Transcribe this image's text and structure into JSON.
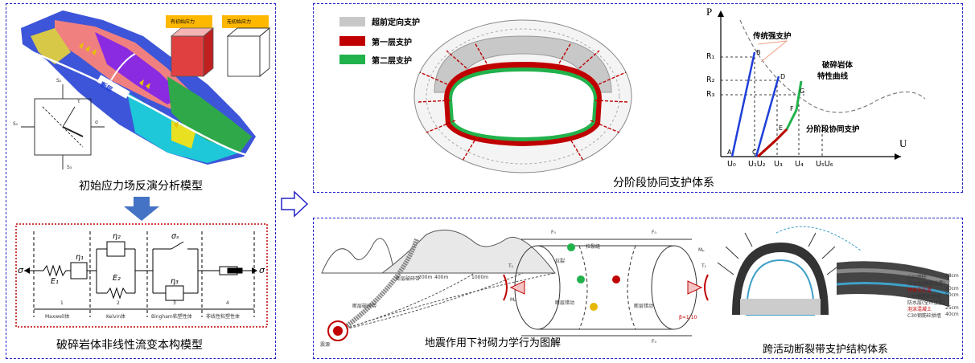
{
  "colors": {
    "frame": "#2323c8",
    "red": "#c00000",
    "green": "#22b24c",
    "gray": "#c8c8c8",
    "blue": "#1f3fd8",
    "arrow": "#4472c4"
  },
  "left": {
    "caption_model": "初始应力场反演分析模型",
    "caption_constitutive": "破碎岩体非线性流变本构模型",
    "fault_label": "断层",
    "stress_labels": {
      "sy": "S₂",
      "sz": "S₃",
      "sx": "S₁",
      "tau": "τ",
      "sig": "σ"
    },
    "cube_tags": [
      "有初始应力",
      "无初始应力"
    ],
    "element_labels": {
      "eta1": "η₁",
      "e1": "E₁",
      "eta2": "η₂",
      "e2": "E₂",
      "sigs": "σₛ",
      "eta3": "η₃",
      "sigma": "σ"
    },
    "element_nums": [
      "1",
      "2",
      "3",
      "4"
    ],
    "element_names": [
      "Maxwell体",
      "Kelvin体",
      "Bingham粘塑性体",
      "非线性粘塑性体"
    ]
  },
  "tr": {
    "legend": [
      "超前定向支护",
      "第一层支护",
      "第二层支护"
    ],
    "caption": "分阶段协同支护体系",
    "axis_p": "P",
    "axis_u": "U",
    "r_labels": [
      "R₁",
      "R₂",
      "R₃"
    ],
    "u_labels": [
      "U₀",
      "U₁U₂",
      "U₃",
      "U₄",
      "U₅U₆"
    ],
    "pt_labels": [
      "A",
      "B",
      "C",
      "D",
      "E",
      "F",
      "G"
    ],
    "curve_labels": [
      "传统强支护",
      "破碎岩体",
      "特性曲线",
      "分阶段协同支护"
    ]
  },
  "br": {
    "caption_seismic": "地震作用下衬砌力学行为图解",
    "caption_fault": "跨活动断裂带支护结构体系",
    "seismic_labels": [
      "断层破碎带",
      "断层破碎带",
      "震源"
    ],
    "dist_labels": [
      "200m",
      "400m",
      "1000m"
    ],
    "lining_labels": [
      "拉裂",
      "拉裂缝",
      "断层错动",
      "断层错动"
    ],
    "force_labels": [
      "F₀",
      "F₀",
      "T₁",
      "T₁",
      "Mₚ",
      "Mₚ",
      "F₀",
      "F₀"
    ],
    "force_note": "β=1/10",
    "layer_labels": [
      "C20喷砼",
      "防水层(拱部设置)",
      "预留变形量",
      "C30钢筋砼拱墙",
      "防水层(全环设置)",
      "泡沫混凝土",
      "C30钢筋砼拱墙"
    ],
    "layer_values": [
      "28cm",
      "",
      "50cm",
      "50cm",
      "",
      "25cm",
      "40cm"
    ]
  }
}
